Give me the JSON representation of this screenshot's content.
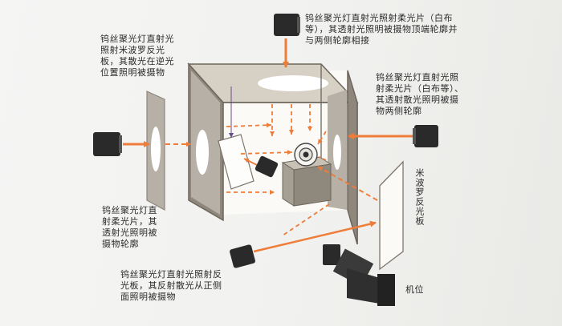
{
  "colors": {
    "background": "#f2f2f0",
    "light_ray": "#ee7d3a",
    "box_panel": "#8f877c",
    "box_panel_light": "#b7b0a6",
    "box_top": "#d7d0c4",
    "interior": "#fbfaf7",
    "lamp": "#2a2a2a",
    "text": "#2b2b2b"
  },
  "icons": {
    "top_lamp": "spotlight-icon",
    "right_lamp": "spotlight-icon",
    "left_lamp": "spotlight-icon",
    "bottom_lamp": "spotlight-icon",
    "inner_lamp": "spotlight-icon",
    "camera": "camera-icon",
    "subject": "camera-lens-product-icon"
  },
  "captions": {
    "top_left": "钨丝聚光灯直射光\n照射米波罗反光\n板，其散光在逆光\n位置照明被摄物",
    "top_right": "钨丝聚光灯直射光照射柔光片（白布\n等），其透射光照明被摄物顶端轮廓并\n与两侧轮廓相接",
    "right": "钨丝聚光灯直射光照\n射柔光片（白布等）、\n其透射散光照明被摄\n物两侧轮廓",
    "mid_left": "钨丝聚光灯直\n射柔光片，其\n透射光照明被\n摄物轮廓",
    "bottom": "钨丝聚光灯直射光照射反\n光板，其反射散光从正侧\n面照明被摄物",
    "reflector": "米波罗反光板",
    "camera": "机位"
  }
}
